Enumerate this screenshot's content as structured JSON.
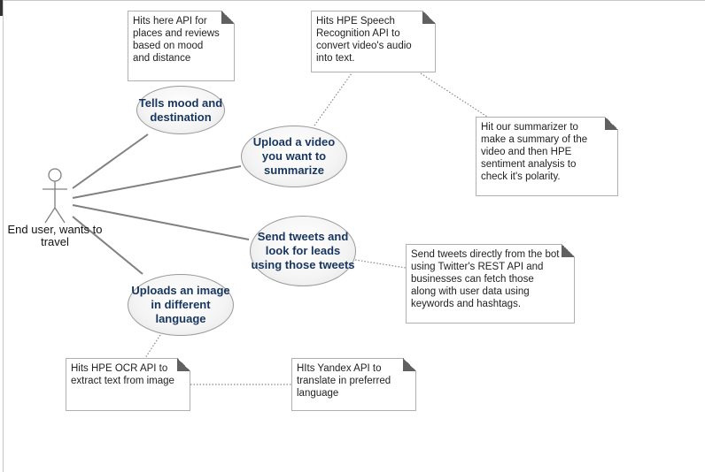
{
  "actor": {
    "name": "End user, wants to travel"
  },
  "use_cases": {
    "mood": "Tells mood and destination",
    "video": "Upload a video you want to summarize",
    "tweets": "Send tweets and look for leads using those tweets",
    "image": "Uploads an image in different language"
  },
  "notes": {
    "places_api": "Hits here API for places and reviews based on mood and distance",
    "speech_api": "Hits HPE Speech Recognition API to convert video's audio into text.",
    "summarizer": "Hit our summarizer to make a summary of the video and then HPE sentiment analysis to check it's polarity.",
    "twitter_api": "Send tweets directly from the bot using Twitter's REST API and businesses can fetch those along with user data using keywords and hashtags.",
    "ocr_api": "Hits HPE OCR API to extract text from image",
    "yandex_api": "HIts Yandex API to translate in preferred language"
  },
  "colors": {
    "use_case_text": "#17355e",
    "association_line": "#808080",
    "anchor_line": "#888888",
    "note_fold": "#606060"
  }
}
